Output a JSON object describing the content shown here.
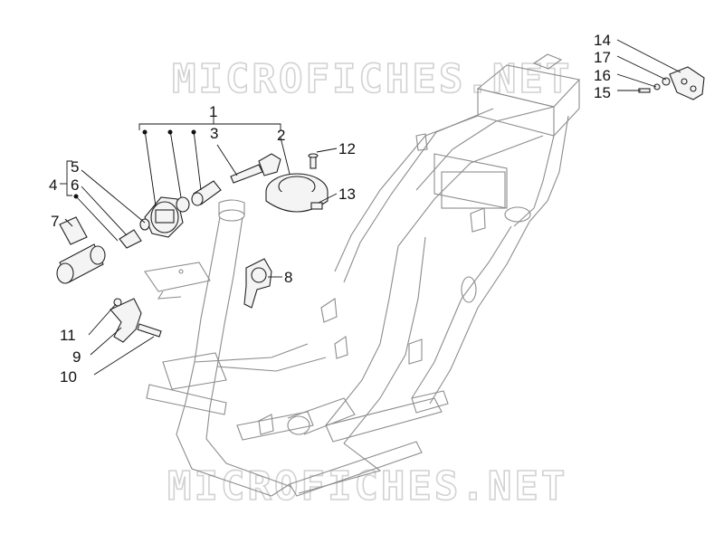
{
  "watermark": {
    "top": "MICROFICHES.NET",
    "bottom": "MICROFICHES.NET"
  },
  "callouts": {
    "c1": "1",
    "c2": "2",
    "c3": "3",
    "c4": "4",
    "c5": "5",
    "c6": "6",
    "c7": "7",
    "c8": "8",
    "c9": "9",
    "c10": "10",
    "c11": "11",
    "c12": "12",
    "c13": "13",
    "c14": "14",
    "c15": "15",
    "c16": "16",
    "c17": "17"
  },
  "colors": {
    "frame_line": "#8c8c8c",
    "part_line": "#222222",
    "watermark": "#d2d2d2"
  }
}
